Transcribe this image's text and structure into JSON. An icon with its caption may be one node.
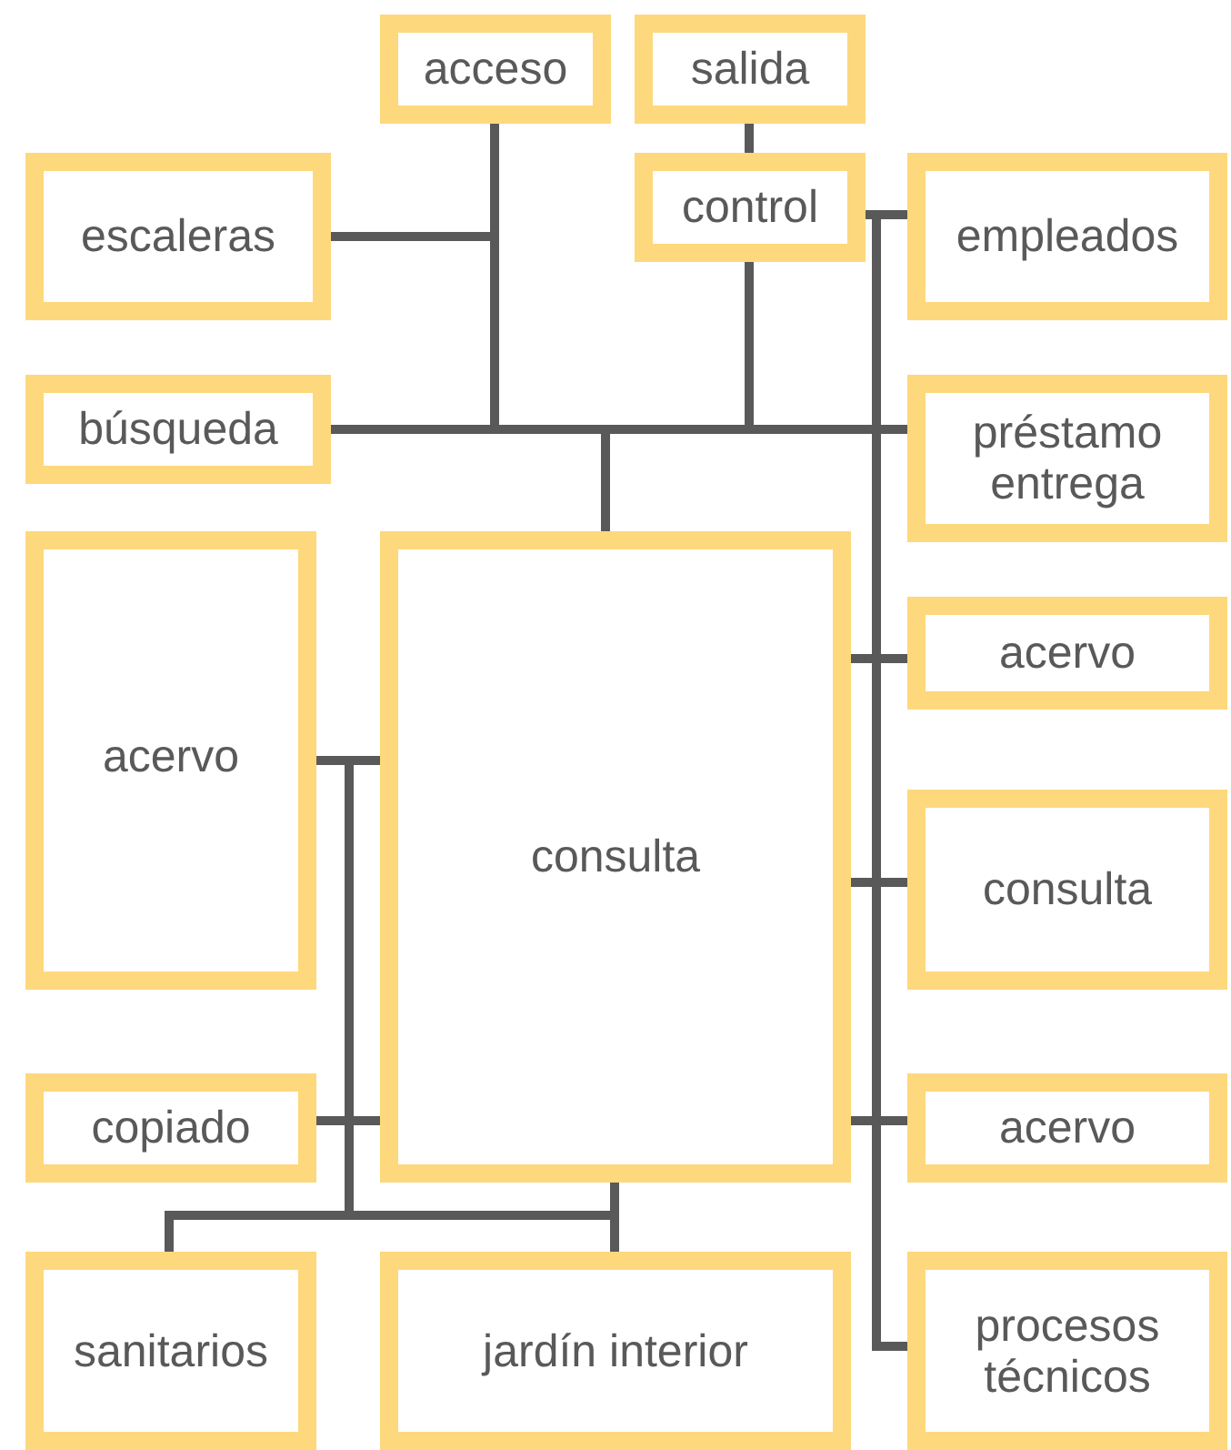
{
  "diagram": {
    "nodes": [
      {
        "text": [
          "acceso"
        ]
      },
      {
        "text": [
          "salida"
        ]
      },
      {
        "text": [
          "escaleras"
        ]
      },
      {
        "text": [
          "control"
        ]
      },
      {
        "text": [
          "empleados"
        ]
      },
      {
        "text": [
          "búsqueda"
        ]
      },
      {
        "text": [
          "préstamo entrega"
        ]
      },
      {
        "text": [
          "acervo"
        ]
      },
      {
        "text": [
          "consulta"
        ]
      },
      {
        "text": [
          "acervo"
        ]
      },
      {
        "text": [
          "consulta"
        ]
      },
      {
        "text": [
          "copiado"
        ]
      },
      {
        "text": [
          "acervo"
        ]
      },
      {
        "text": [
          "sanitarios"
        ]
      },
      {
        "text": [
          "jardín interior"
        ]
      },
      {
        "text": [
          "procesos técnicos"
        ]
      }
    ],
    "edges": [
      {
        "from": 0,
        "to": 8,
        "arrow": "none"
      },
      {
        "from": 2,
        "to": 8,
        "arrow": "none"
      },
      {
        "from": 5,
        "to": 8,
        "arrow": "none"
      },
      {
        "from": 6,
        "to": 8,
        "arrow": "none"
      },
      {
        "from": 1,
        "to": 3,
        "arrow": "none"
      },
      {
        "from": 3,
        "to": 8,
        "arrow": "none"
      },
      {
        "from": 3,
        "to": 4,
        "arrow": "none"
      },
      {
        "from": 8,
        "to": 9,
        "arrow": "none"
      },
      {
        "from": 8,
        "to": 10,
        "arrow": "none"
      },
      {
        "from": 8,
        "to": 12,
        "arrow": "none"
      },
      {
        "from": 7,
        "to": 8,
        "arrow": "none"
      },
      {
        "from": 11,
        "to": 8,
        "arrow": "none"
      },
      {
        "from": 8,
        "to": 14,
        "arrow": "none"
      },
      {
        "from": 8,
        "to": 13,
        "arrow": "none"
      },
      {
        "from": 7,
        "to": 13,
        "arrow": "none"
      },
      {
        "from": 3,
        "to": 15,
        "arrow": "none"
      }
    ]
  }
}
